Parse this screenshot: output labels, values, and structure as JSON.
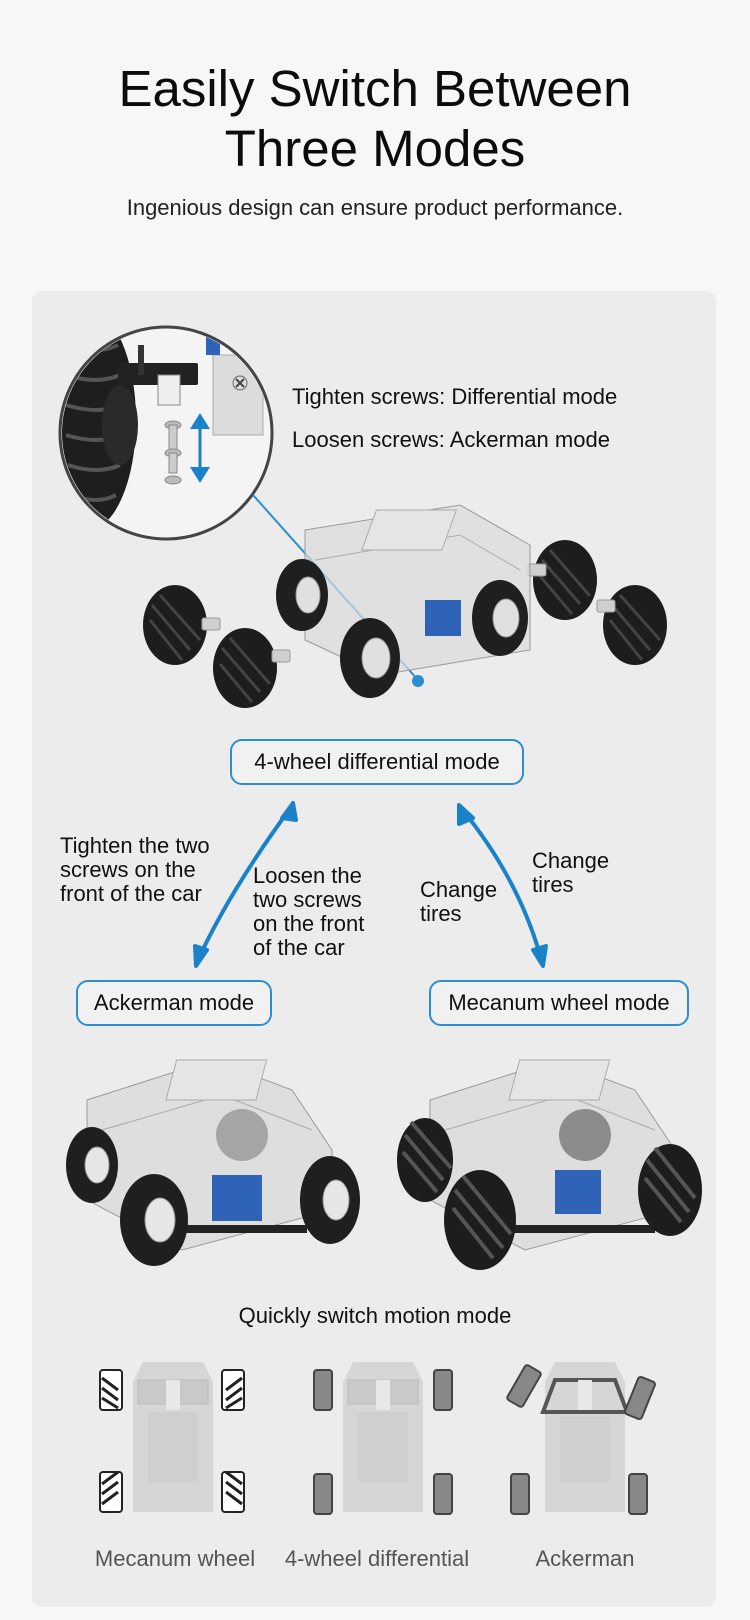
{
  "header": {
    "title_line1": "Easily Switch Between",
    "title_line2": "Three Modes",
    "subtitle": "Ingenious design can ensure product performance."
  },
  "callout": {
    "tighten": "Tighten screws: Differential mode",
    "loosen": "Loosen screws: Ackerman mode"
  },
  "modes": {
    "differential": "4-wheel differential mode",
    "ackerman": "Ackerman mode",
    "mecanum": "Mecanum wheel mode"
  },
  "transitions": {
    "tighten_front": [
      "Tighten the two",
      "screws on the",
      "front of the car"
    ],
    "loosen_front": [
      "Loosen the",
      "two screws",
      "on the front",
      "of the car"
    ],
    "change_tires_a": [
      "Change",
      "tires"
    ],
    "change_tires_b": [
      "Change",
      "tires"
    ]
  },
  "switch": {
    "heading": "Quickly switch motion mode",
    "labels": [
      "Mecanum wheel",
      "4-wheel differential",
      "Ackerman"
    ]
  },
  "colors": {
    "accent": "#2b8fcf",
    "panel": "#ececec"
  }
}
